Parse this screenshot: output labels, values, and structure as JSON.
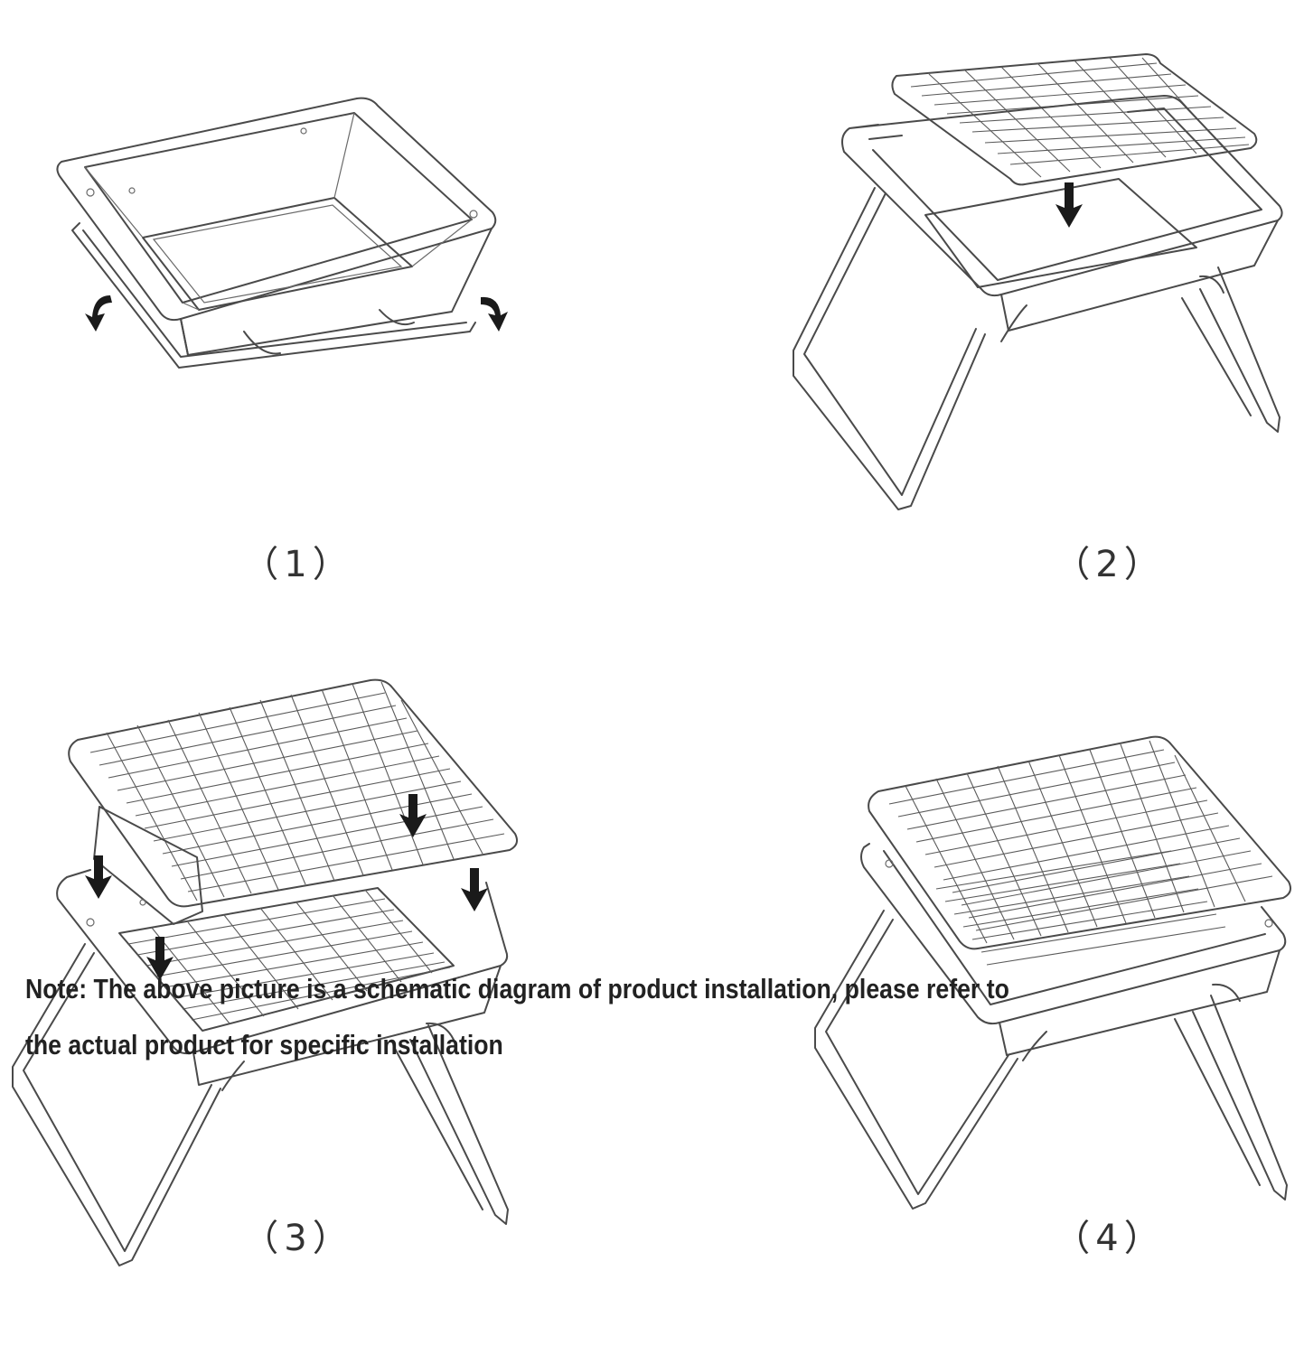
{
  "steps": [
    {
      "label": "（1）"
    },
    {
      "label": "（2）"
    },
    {
      "label": "（3）"
    },
    {
      "label": "（4）"
    }
  ],
  "note": {
    "line1": "Note: The above picture is a schematic diagram of product installation, please refer to",
    "line2": "the actual product for specific installation"
  },
  "colors": {
    "line": "#4a4a4a",
    "arrow": "#1a1a1a",
    "text": "#222222"
  }
}
